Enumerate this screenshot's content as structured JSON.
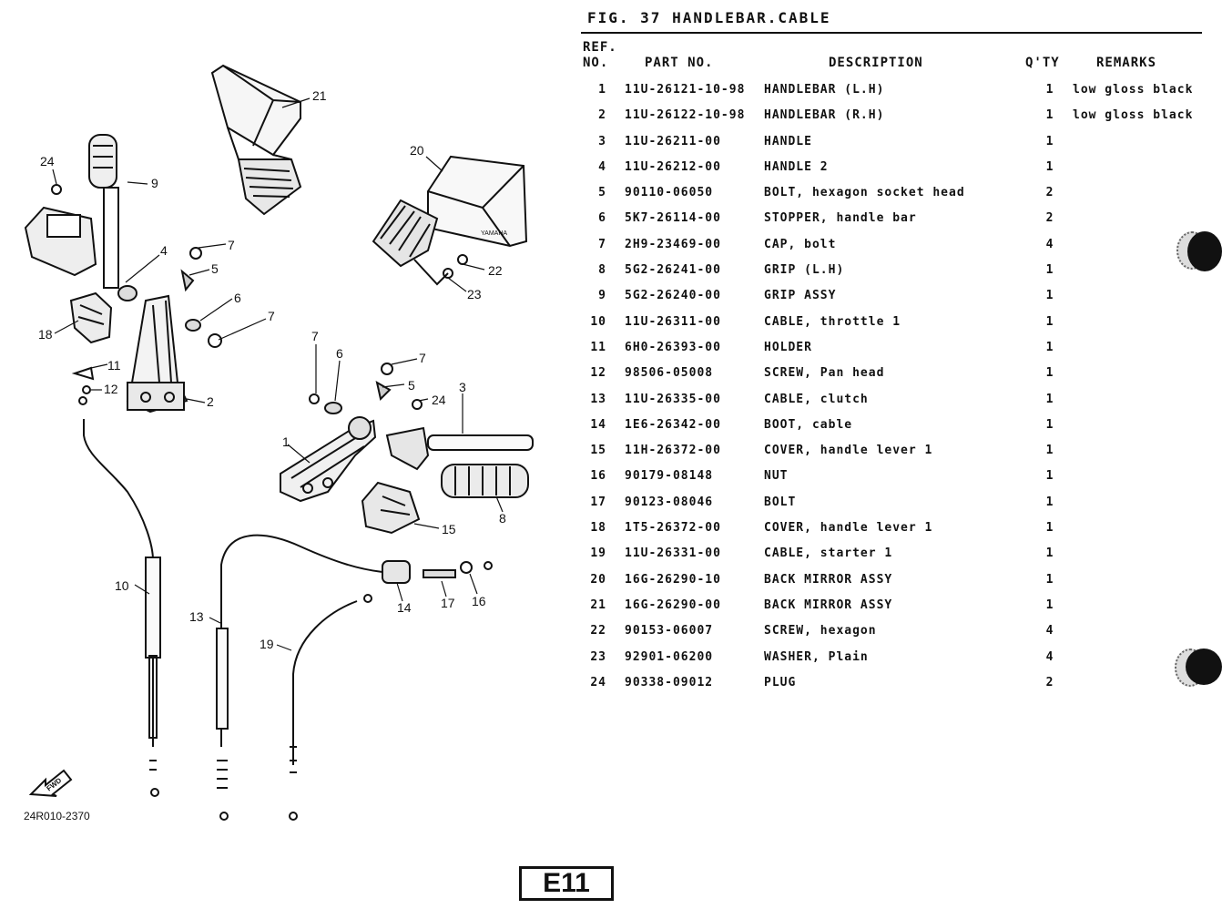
{
  "figure": {
    "title": "FIG. 37  HANDLEBAR.CABLE"
  },
  "table": {
    "headers": {
      "ref_line1": "REF.",
      "ref_line2": "NO.",
      "part": "PART NO.",
      "desc": "DESCRIPTION",
      "qty": "Q'TY",
      "remarks": "REMARKS"
    },
    "rows": [
      {
        "ref": "1",
        "part": "11U-26121-10-98",
        "desc": "HANDLEBAR (L.H)",
        "qty": "1",
        "remarks": "low gloss black"
      },
      {
        "ref": "2",
        "part": "11U-26122-10-98",
        "desc": "HANDLEBAR (R.H)",
        "qty": "1",
        "remarks": "low gloss black"
      },
      {
        "ref": "3",
        "part": "11U-26211-00",
        "desc": "HANDLE",
        "qty": "1",
        "remarks": ""
      },
      {
        "ref": "4",
        "part": "11U-26212-00",
        "desc": "HANDLE 2",
        "qty": "1",
        "remarks": ""
      },
      {
        "ref": "5",
        "part": "90110-06050",
        "desc": "BOLT, hexagon socket head",
        "qty": "2",
        "remarks": ""
      },
      {
        "ref": "6",
        "part": "5K7-26114-00",
        "desc": "STOPPER, handle bar",
        "qty": "2",
        "remarks": ""
      },
      {
        "ref": "7",
        "part": "2H9-23469-00",
        "desc": "CAP, bolt",
        "qty": "4",
        "remarks": ""
      },
      {
        "ref": "8",
        "part": "5G2-26241-00",
        "desc": "GRIP (L.H)",
        "qty": "1",
        "remarks": ""
      },
      {
        "ref": "9",
        "part": "5G2-26240-00",
        "desc": "GRIP ASSY",
        "qty": "1",
        "remarks": ""
      },
      {
        "ref": "10",
        "part": "11U-26311-00",
        "desc": "CABLE, throttle 1",
        "qty": "1",
        "remarks": ""
      },
      {
        "ref": "11",
        "part": "6H0-26393-00",
        "desc": "HOLDER",
        "qty": "1",
        "remarks": ""
      },
      {
        "ref": "12",
        "part": "98506-05008",
        "desc": "SCREW, Pan head",
        "qty": "1",
        "remarks": ""
      },
      {
        "ref": "13",
        "part": "11U-26335-00",
        "desc": "CABLE, clutch",
        "qty": "1",
        "remarks": ""
      },
      {
        "ref": "14",
        "part": "1E6-26342-00",
        "desc": "BOOT, cable",
        "qty": "1",
        "remarks": ""
      },
      {
        "ref": "15",
        "part": "11H-26372-00",
        "desc": "COVER, handle lever 1",
        "qty": "1",
        "remarks": ""
      },
      {
        "ref": "16",
        "part": "90179-08148",
        "desc": "NUT",
        "qty": "1",
        "remarks": ""
      },
      {
        "ref": "17",
        "part": "90123-08046",
        "desc": "BOLT",
        "qty": "1",
        "remarks": ""
      },
      {
        "ref": "18",
        "part": "1T5-26372-00",
        "desc": "COVER, handle lever 1",
        "qty": "1",
        "remarks": ""
      },
      {
        "ref": "19",
        "part": "11U-26331-00",
        "desc": "CABLE, starter 1",
        "qty": "1",
        "remarks": ""
      },
      {
        "ref": "20",
        "part": "16G-26290-10",
        "desc": "BACK MIRROR ASSY",
        "qty": "1",
        "remarks": ""
      },
      {
        "ref": "21",
        "part": "16G-26290-00",
        "desc": "BACK MIRROR ASSY",
        "qty": "1",
        "remarks": ""
      },
      {
        "ref": "22",
        "part": "90153-06007",
        "desc": "SCREW, hexagon",
        "qty": "4",
        "remarks": ""
      },
      {
        "ref": "23",
        "part": "92901-06200",
        "desc": "WASHER, Plain",
        "qty": "4",
        "remarks": ""
      },
      {
        "ref": "24",
        "part": "90338-09012",
        "desc": "PLUG",
        "qty": "2",
        "remarks": ""
      }
    ]
  },
  "diagram": {
    "callouts": [
      "1",
      "2",
      "3",
      "4",
      "5",
      "6",
      "7",
      "8",
      "9",
      "10",
      "11",
      "12",
      "13",
      "14",
      "15",
      "16",
      "17",
      "18",
      "19",
      "20",
      "21",
      "22",
      "23",
      "24"
    ],
    "mirror_brand": "YAMAHA",
    "fwd_label": "FWD",
    "code": "24R010-2370"
  },
  "page": {
    "label": "E11"
  }
}
